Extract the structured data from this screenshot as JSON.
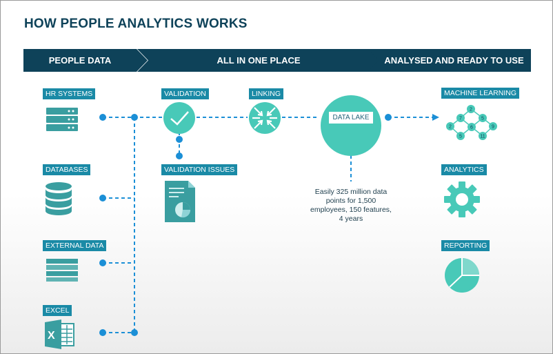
{
  "title": "HOW PEOPLE ANALYTICS WORKS",
  "bands": [
    "PEOPLE DATA",
    "ALL IN ONE PLACE",
    "ANALYSED AND READY TO USE"
  ],
  "sources": [
    "HR SYSTEMS",
    "DATABASES",
    "EXTERNAL DATA",
    "EXCEL"
  ],
  "steps": [
    "VALIDATION",
    "LINKING",
    "VALIDATION ISSUES"
  ],
  "data_lake": "DATA LAKE",
  "note": "Easily 325 million data points for 1,500 employees, 150 features, 4 years",
  "outputs": [
    "MACHINE LEARNING",
    "ANALYTICS",
    "REPORTING"
  ],
  "graph_nodes": [
    "2",
    "7",
    "5",
    "2",
    "6",
    "9",
    "5",
    "11"
  ],
  "colors": {
    "navy": "#0e4259",
    "teal": "#48c9b8",
    "tag": "#1a8aa6",
    "dot": "#1b8fd6"
  }
}
